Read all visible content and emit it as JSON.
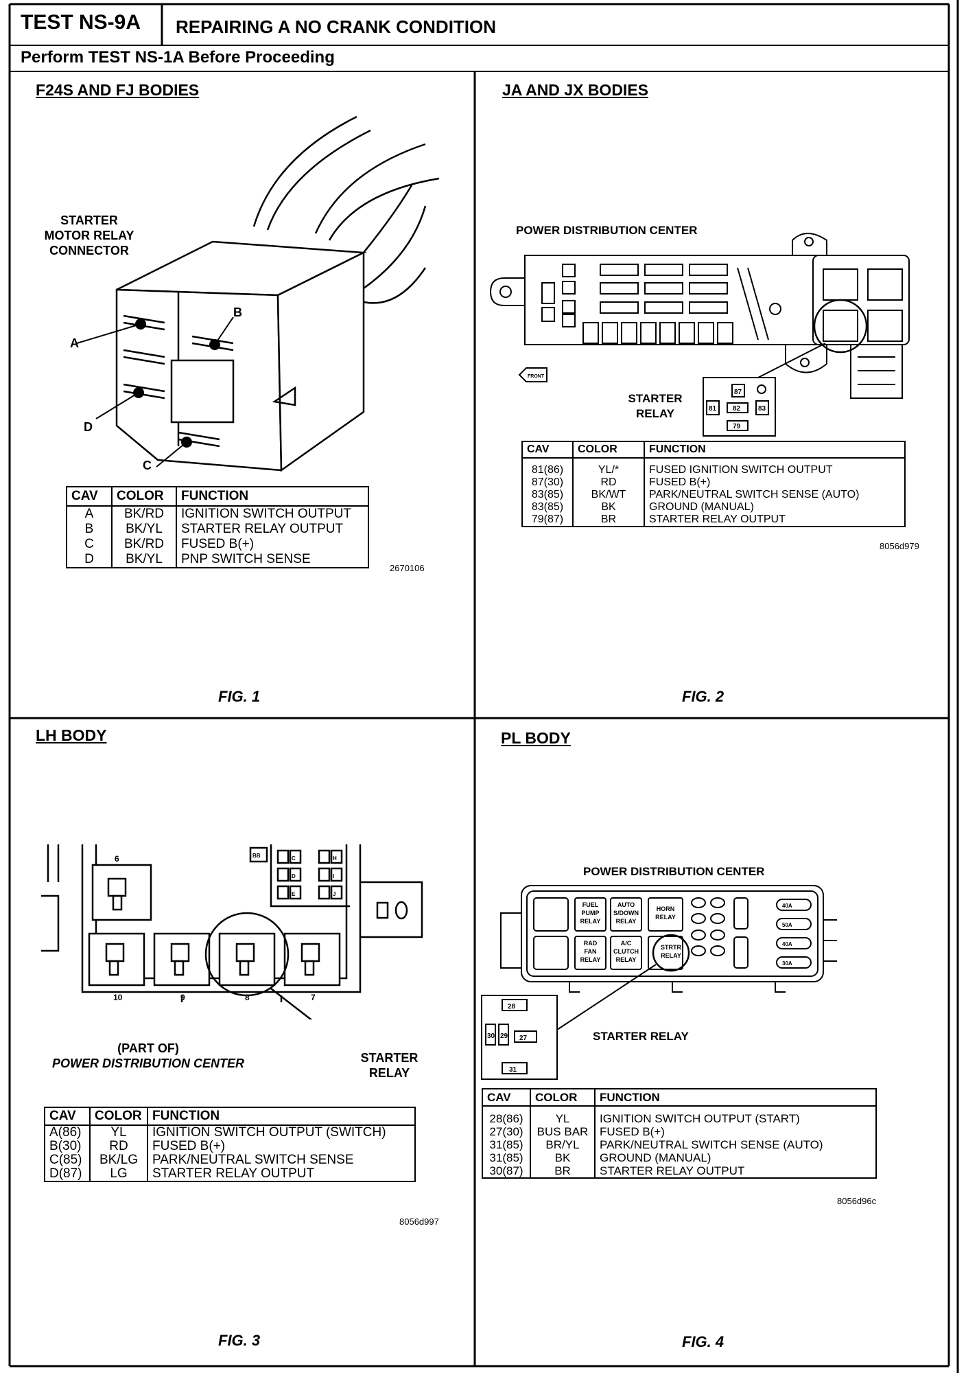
{
  "header": {
    "test_id": "TEST NS-9A",
    "title": "REPAIRING A NO CRANK CONDITION",
    "subtitle": "Perform TEST NS-1A Before Proceeding"
  },
  "panel1": {
    "heading": "F24S AND FJ BODIES",
    "connector_label": [
      "STARTER",
      "MOTOR RELAY",
      "CONNECTOR"
    ],
    "callouts": [
      "A",
      "B",
      "C",
      "D"
    ],
    "table": {
      "headers": [
        "CAV",
        "COLOR",
        "FUNCTION"
      ],
      "rows": [
        [
          "A",
          "BK/RD",
          "IGNITION SWITCH OUTPUT"
        ],
        [
          "B",
          "BK/YL",
          "STARTER RELAY OUTPUT"
        ],
        [
          "C",
          "BK/RD",
          "FUSED B(+)"
        ],
        [
          "D",
          "BK/YL",
          "PNP SWITCH SENSE"
        ]
      ]
    },
    "code": "2670106",
    "fig": "FIG. 1"
  },
  "panel2": {
    "heading": "JA AND JX BODIES",
    "pdc_label": "POWER DISTRIBUTION CENTER",
    "front_label": "FRONT",
    "relay_label": [
      "STARTER",
      "RELAY"
    ],
    "relay_pins": [
      "87",
      "81",
      "82",
      "83",
      "79"
    ],
    "table": {
      "headers": [
        "CAV",
        "COLOR",
        "FUNCTION"
      ],
      "rows": [
        [
          "81(86)",
          "YL/*",
          "FUSED IGNITION SWITCH OUTPUT"
        ],
        [
          "87(30)",
          "RD",
          "FUSED B(+)"
        ],
        [
          "83(85)",
          "BK/WT",
          "PARK/NEUTRAL SWITCH SENSE (AUTO)"
        ],
        [
          "83(85)",
          "BK",
          "GROUND (MANUAL)"
        ],
        [
          "79(87)",
          "BR",
          "STARTER RELAY OUTPUT"
        ]
      ]
    },
    "code": "8056d979",
    "fig": "FIG. 2"
  },
  "panel3": {
    "heading": "LH BODY",
    "slot_numbers": [
      "6",
      "10",
      "9",
      "8",
      "7"
    ],
    "small_labels": [
      "BB",
      "C",
      "D",
      "E",
      "H",
      "I",
      "J"
    ],
    "part_of": "(PART OF)",
    "pdc_label": "POWER DISTRIBUTION CENTER",
    "relay_label": [
      "STARTER",
      "RELAY"
    ],
    "table": {
      "headers": [
        "CAV",
        "COLOR",
        "FUNCTION"
      ],
      "rows": [
        [
          "A(86)",
          "YL",
          "IGNITION SWITCH OUTPUT (SWITCH)"
        ],
        [
          "B(30)",
          "RD",
          "FUSED B(+)"
        ],
        [
          "C(85)",
          "BK/LG",
          "PARK/NEUTRAL SWITCH SENSE"
        ],
        [
          "D(87)",
          "LG",
          "STARTER RELAY OUTPUT"
        ]
      ]
    },
    "code": "8056d997",
    "fig": "FIG. 3"
  },
  "panel4": {
    "heading": "PL BODY",
    "pdc_label": "POWER DISTRIBUTION CENTER",
    "relays": [
      [
        "FUEL",
        "PUMP",
        "RELAY"
      ],
      [
        "AUTO",
        "S/DOWN",
        "RELAY"
      ],
      [
        "HORN",
        "RELAY"
      ],
      [
        "RAD",
        "FAN",
        "RELAY"
      ],
      [
        "A/C",
        "CLUTCH",
        "RELAY"
      ],
      [
        "STRTR",
        "RELAY"
      ]
    ],
    "fuses": [
      "40A",
      "50A",
      "40A",
      "30A"
    ],
    "relay_label": "STARTER RELAY",
    "relay_pins": [
      "28",
      "30",
      "29",
      "27",
      "31"
    ],
    "table": {
      "headers": [
        "CAV",
        "COLOR",
        "FUNCTION"
      ],
      "rows": [
        [
          "28(86)",
          "YL",
          "IGNITION SWITCH OUTPUT (START)"
        ],
        [
          "27(30)",
          "BUS BAR",
          "FUSED B(+)"
        ],
        [
          "31(85)",
          "BR/YL",
          "PARK/NEUTRAL SWITCH SENSE (AUTO)"
        ],
        [
          "31(85)",
          "BK",
          "GROUND (MANUAL)"
        ],
        [
          "30(87)",
          "BR",
          "STARTER RELAY OUTPUT"
        ]
      ]
    },
    "code": "8056d96c",
    "fig": "FIG. 4"
  }
}
